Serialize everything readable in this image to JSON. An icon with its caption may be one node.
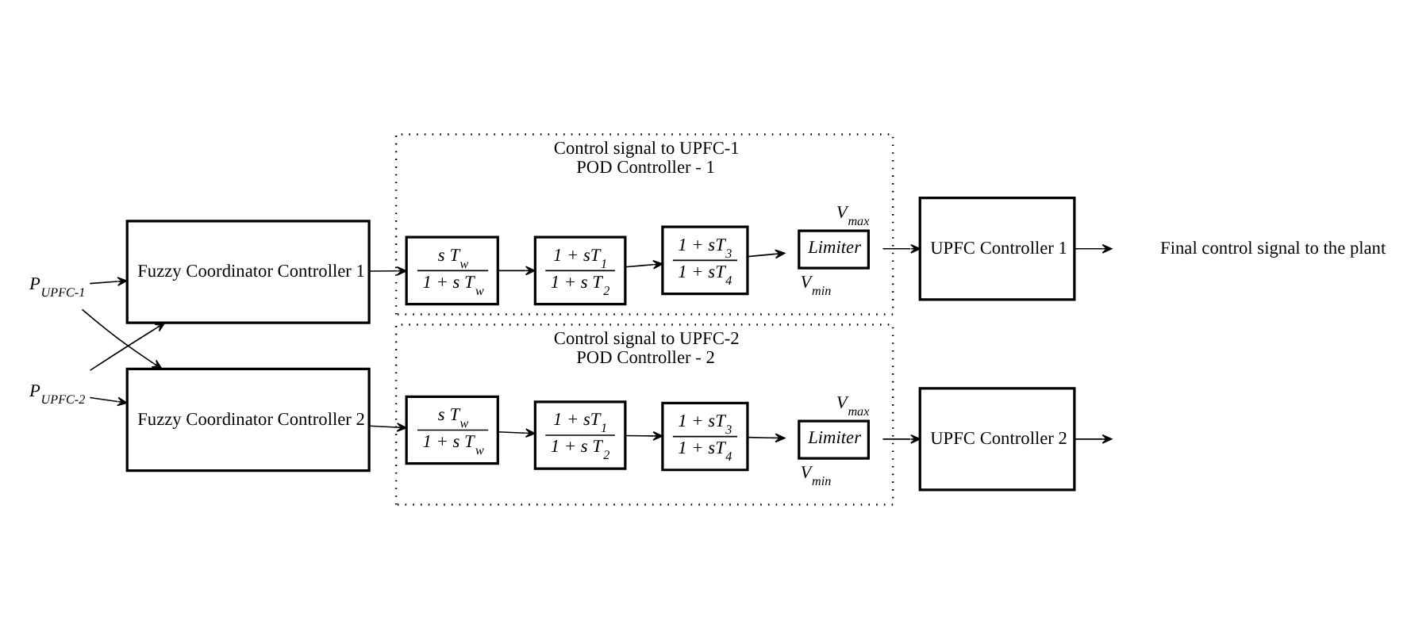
{
  "diagram": {
    "nodes": [
      {
        "text": [
          "P$_{UPFC-1}$"
        ]
      },
      {
        "text": [
          "Fuzzy Coordinator Controller 1"
        ]
      },
      {
        "text": [
          "POD Controller - 1"
        ],
        "beside": [
          "Control signal to UPFC-1"
        ]
      },
      {
        "text": [
          "s T$_{w}$",
          "1 + s T$_{w}$"
        ],
        "in": 2
      },
      {
        "text": [
          "1 + sT$_{1}$",
          "1 + s T$_{2}$"
        ],
        "in": 2
      },
      {
        "text": [
          "1 + sT$_{3}$",
          "1 + sT$_{4}$"
        ],
        "in": 2
      },
      {
        "text": [
          "Limiter"
        ],
        "beside": [
          "V$_{max}$",
          "V$_{min}$"
        ],
        "in": 2
      },
      {
        "text": [
          "UPFC Controller 1"
        ]
      },
      {
        "text": [
          "P$_{UPFC-2}$"
        ]
      },
      {
        "text": [
          "Fuzzy Coordinator Controller 2"
        ]
      },
      {
        "text": [
          "POD Controller - 2"
        ],
        "beside": [
          "Control signal to UPFC-2"
        ]
      },
      {
        "text": [
          "s T$_{w}$",
          "1 + s T$_{w}$"
        ],
        "in": 10
      },
      {
        "text": [
          "1 + sT$_{1}$",
          "1 + s T$_{2}$"
        ],
        "in": 10
      },
      {
        "text": [
          "1 + sT$_{3}$",
          "1 + sT$_{4}$"
        ],
        "in": 10
      },
      {
        "text": [
          "Limiter"
        ],
        "beside": [
          "V$_{max}$",
          "V$_{min}$"
        ],
        "in": 10
      },
      {
        "text": [
          "UPFC Controller 2"
        ]
      }
    ],
    "edges": [
      {
        "from": 0,
        "to": 1,
        "arrow": "to"
      },
      {
        "from": 0,
        "to": 9,
        "arrow": "to"
      },
      {
        "from": 8,
        "to": 9,
        "arrow": "to"
      },
      {
        "from": 8,
        "to": 1,
        "arrow": "to"
      },
      {
        "from": 1,
        "to": 3,
        "arrow": "to"
      },
      {
        "from": 3,
        "to": 4,
        "arrow": "to"
      },
      {
        "from": 4,
        "to": 5,
        "arrow": "to"
      },
      {
        "from": 5,
        "to": 6,
        "arrow": "to"
      },
      {
        "from": 6,
        "to": 7,
        "arrow": "to"
      },
      {
        "from": 7,
        "to": null,
        "arrow": "to"
      },
      {
        "from": 9,
        "to": 11,
        "arrow": "to"
      },
      {
        "from": 11,
        "to": 12,
        "arrow": "to"
      },
      {
        "from": 12,
        "to": 13,
        "arrow": "to"
      },
      {
        "from": 13,
        "to": 14,
        "arrow": "to"
      },
      {
        "from": 14,
        "to": 15,
        "arrow": "to"
      },
      {
        "from": 15,
        "to": null,
        "arrow": "to"
      }
    ],
    "labels": [
      "Final control signal to the plant"
    ]
  }
}
